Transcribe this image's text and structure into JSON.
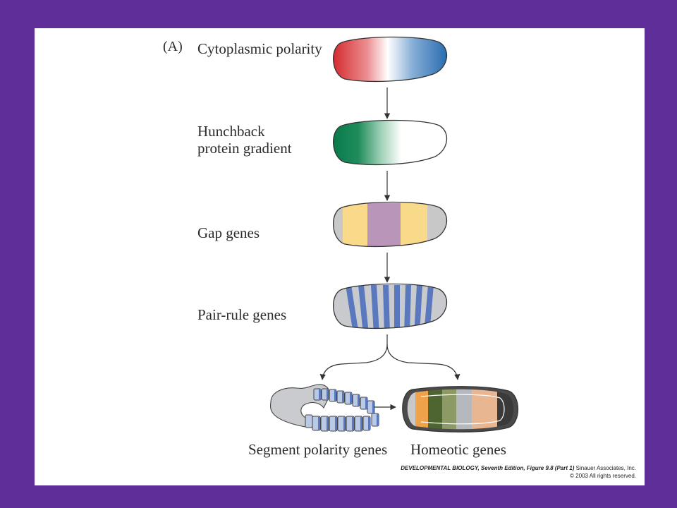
{
  "figure": {
    "panel_letter": "(A)",
    "stages": [
      {
        "label": "Cytoplasmic polarity"
      },
      {
        "label_line1": "Hunchback",
        "label_line2": "protein gradient"
      },
      {
        "label": "Gap genes"
      },
      {
        "label": "Pair-rule genes"
      },
      {
        "label": "Segment polarity genes"
      },
      {
        "label": "Homeotic genes"
      }
    ],
    "credit": {
      "title": "DEVELOPMENTAL BIOLOGY, Seventh Edition, Figure 9.8 (Part 1)",
      "publisher": "Sinauer Associates, Inc.",
      "copyright": "© 2003 All rights reserved."
    }
  },
  "colors": {
    "background": "#5f2e98",
    "panel": "#ffffff",
    "cytoplasm_red": "#d42b2f",
    "cytoplasm_blue": "#2a6db0",
    "hunchback_green": "#0a7a4a",
    "gap_yellow": "#f9d98a",
    "gap_purple": "#b996b9",
    "gap_gray": "#c8c8c8",
    "pair_rule_blue": "#5a78bd",
    "segment_gray": "#c4c6c9",
    "homeotic_orange": "#f0a24a",
    "homeotic_dark_green": "#4e6531",
    "homeotic_olive": "#8d9a66",
    "homeotic_peach": "#e8b690",
    "homeotic_dark": "#3a3a3a"
  }
}
